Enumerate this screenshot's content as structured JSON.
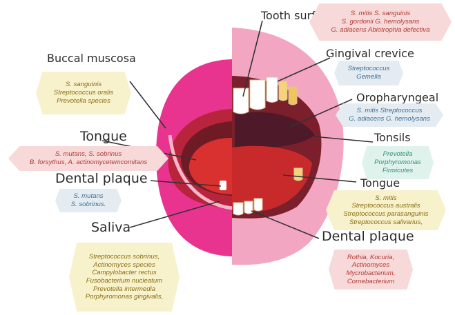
{
  "labels": {
    "tooth_surface": "Tooth surface",
    "buccal_mucosa": "Buccal muscosa",
    "gingival_crevice": "Gingival crevice",
    "oropharyngeal": "Oropharyngeal",
    "tongue_left": "Tongue",
    "tonsils": "Tonsils",
    "dental_plaque_left": "Dental plaque",
    "tongue_right": "Tongue",
    "saliva": "Saliva",
    "dental_plaque_right": "Dental plaque"
  },
  "bacteria": {
    "tooth_surface": [
      "S. mitis  S. sanguinis",
      "S. gordonii  G. hemolysans",
      "G. adiacens  Abiotrophia defectiva"
    ],
    "buccal_mucosa": [
      "S. sanguinis",
      "Streptococcus oralis",
      "Prevotella species"
    ],
    "gingival_crevice": [
      "Streptococcus",
      "Gemella"
    ],
    "oropharyngeal": [
      "S. mitis  Streptococcus",
      "G. adiacens  G. hemolysans"
    ],
    "tongue_left": [
      "S. mutans, S. sobrinus",
      "B. forsythus, A. actinomycetemcomitans"
    ],
    "tonsils": [
      "Prevotella",
      "Porphyromonas",
      "Firmicutes"
    ],
    "dental_plaque_left": [
      "S. mutans",
      "S. sobrinus."
    ],
    "tongue_right": [
      "S. mitis",
      "Streptococcus australis",
      "Streptococcus parasanguinis",
      "Streptococcus salivarius,"
    ],
    "saliva": [
      "Streptococcus sobrinus,",
      "Actinomyces species",
      "Campylobacter rectus",
      "Fusobacterium nucleatum",
      "Prevotella intermedia",
      "Porphyromonas gingivalis,"
    ],
    "dental_plaque_right": [
      "Rothia, Kocuria,",
      "Actinomyces",
      "Mycrobacterium,",
      "Cornebacterium"
    ]
  },
  "colors": {
    "lip_left": "#e8338f",
    "lip_right": "#f2a6c1",
    "mouth_interior": "#7a1f2b",
    "tongue": "#d9312f",
    "box_red": "#f6d9d8",
    "box_yellow": "#f7f1cc",
    "box_blue": "#e4ecf2",
    "box_green": "#e0f2ec"
  }
}
